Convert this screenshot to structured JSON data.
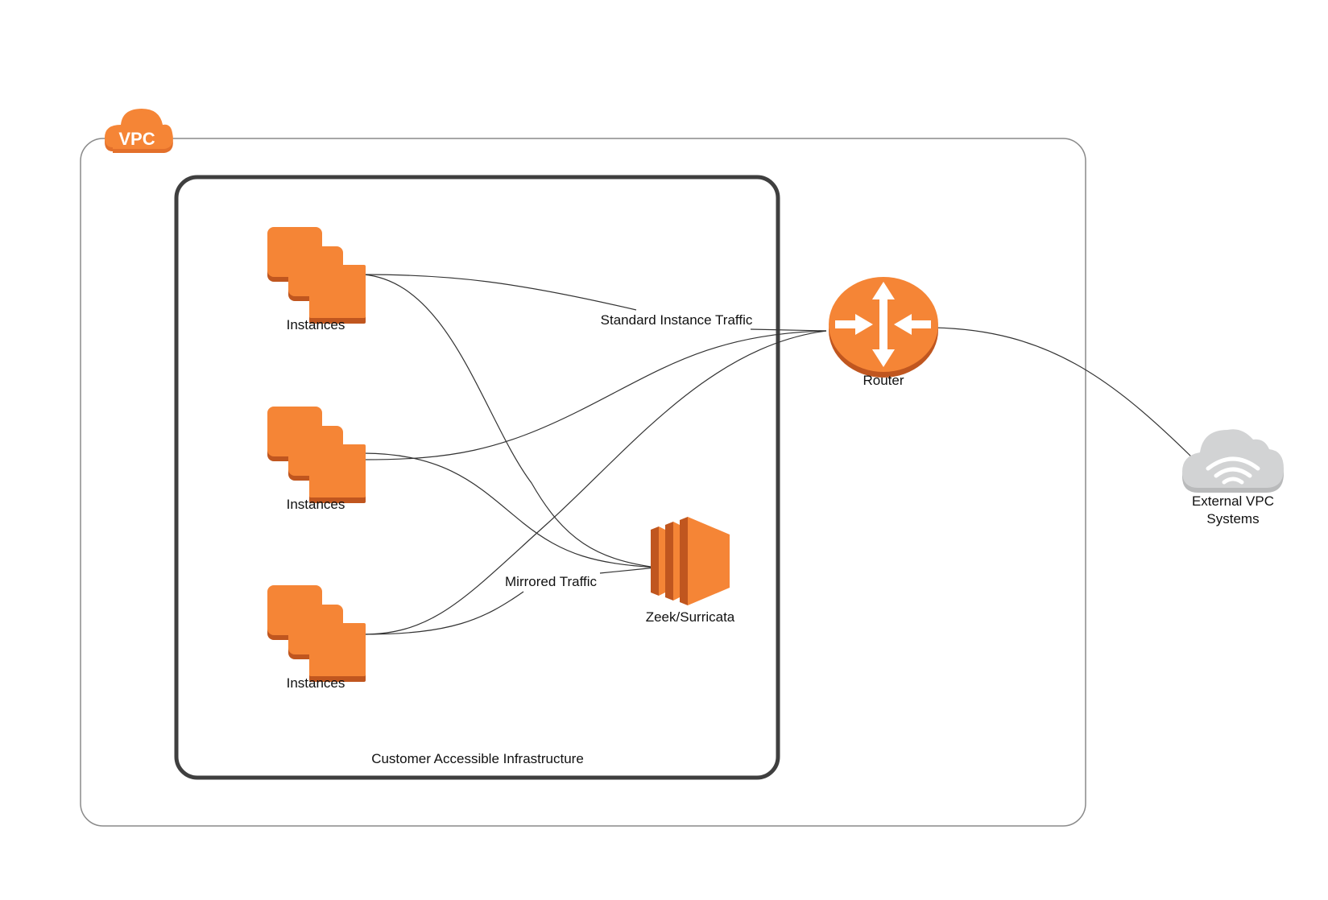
{
  "vpc": {
    "badge": "VPC"
  },
  "inner_box": {
    "label": "Customer Accessible Infrastructure"
  },
  "nodes": {
    "instances_top": "Instances",
    "instances_mid": "Instances",
    "instances_bottom": "Instances",
    "sensor": "Zeek/Surricata",
    "router": "Router",
    "external": [
      "External VPC",
      "Systems"
    ]
  },
  "edge_labels": {
    "standard": "Standard Instance Traffic",
    "mirrored": "Mirrored Traffic"
  },
  "colors": {
    "aws_orange": "#F58536",
    "aws_orange_dark": "#C0561F",
    "cloud_gray": "#D2D3D4",
    "outer_border": "#888888",
    "inner_border": "#3F3F3F"
  }
}
